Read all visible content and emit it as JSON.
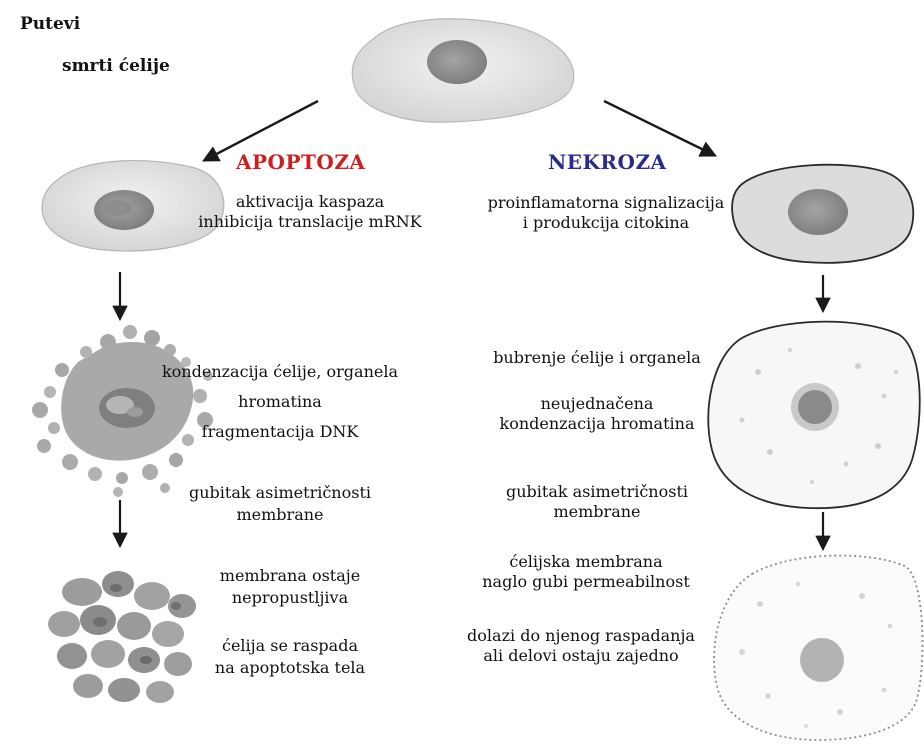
{
  "title": [
    "Putevi",
    "smrti ćelije"
  ],
  "apoptosis": {
    "heading": "APOPTOZA",
    "step1": [
      "aktivacija kaspaza",
      "inhibicija translacije mRNK"
    ],
    "step2": [
      "kondenzacija ćelije, organela",
      "hromatina",
      "fragmentacija DNK"
    ],
    "step3": [
      "gubitak asimetričnosti",
      "membrane"
    ],
    "step4": [
      "membrana ostaje",
      "nepropustljiva"
    ],
    "step5": [
      "ćelija se raspada",
      "na apoptotska tela"
    ]
  },
  "necrosis": {
    "heading": "NEKROZA",
    "step1": [
      "proinflamatorna signalizacija",
      "i produkcija citokina"
    ],
    "step2": [
      "bubrenje ćelije i organela"
    ],
    "step3": [
      "neujednačena",
      "kondenzacija hromatina"
    ],
    "step4": [
      "gubitak asimetričnosti",
      "membrane"
    ],
    "step5": [
      "ćelijska membrana",
      "naglo gubi permeabilnost"
    ],
    "step6": [
      "dolazi do njenog raspadanja",
      "ali delovi ostaju zajedno"
    ]
  },
  "colors": {
    "apoptosis_heading": "#cc1f1f",
    "necrosis_heading": "#2b2b8e"
  }
}
